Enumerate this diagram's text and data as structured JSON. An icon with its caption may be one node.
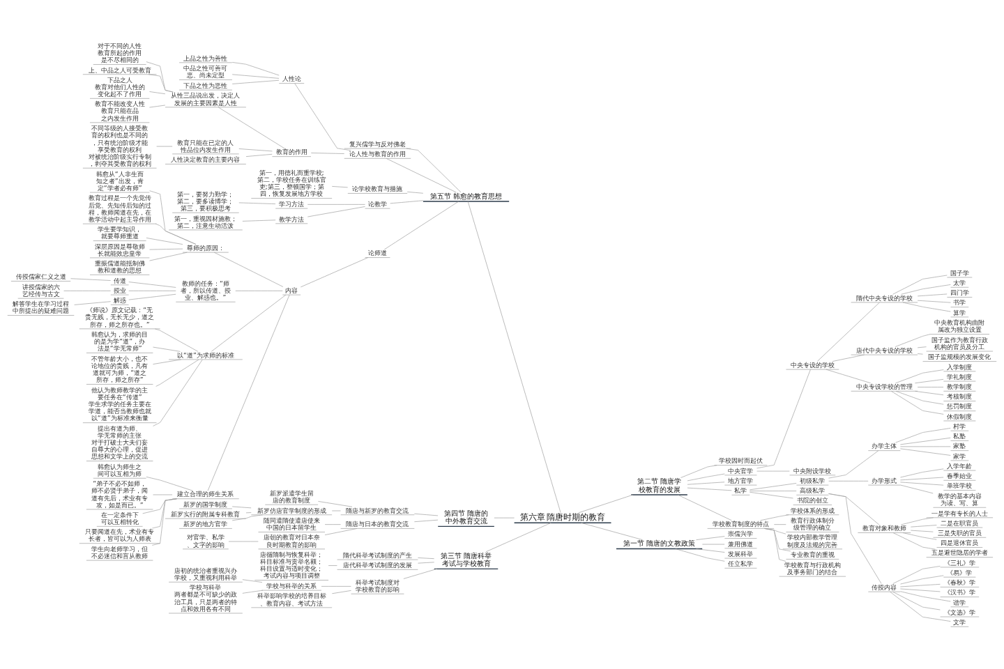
{
  "diagram": {
    "nodes": [
      {
        "text": [
          "第六章 隋唐时期的教育"
        ]
      },
      {
        "text": [
          "第二节 隋唐学校教育的发展"
        ]
      },
      {
        "text": [
          "学校因时而起伏"
        ]
      },
      {
        "text": [
          "中央官学"
        ]
      },
      {
        "text": [
          "中央专设的学校"
        ]
      },
      {
        "text": [
          "隋代中央专设的学校"
        ]
      },
      {
        "text": [
          "国子学"
        ]
      },
      {
        "text": [
          "太学"
        ]
      },
      {
        "text": [
          "四门学"
        ]
      },
      {
        "text": [
          "书学"
        ]
      },
      {
        "text": [
          "算学"
        ]
      },
      {
        "text": [
          "唐代中央专设的学校"
        ]
      },
      {
        "text": [
          "中央教育机构由附属改为独立设置"
        ]
      },
      {
        "text": [
          "国子监作为教育行政机构的官员及分工"
        ]
      },
      {
        "text": [
          "国子监规模的发展变化"
        ]
      },
      {
        "text": [
          "中央专设学校的管理"
        ]
      },
      {
        "text": [
          "入学制度"
        ]
      },
      {
        "text": [
          "学礼制度"
        ]
      },
      {
        "text": [
          "教学制度"
        ]
      },
      {
        "text": [
          "考核制度"
        ]
      },
      {
        "text": [
          "惩罚制度"
        ]
      },
      {
        "text": [
          "休假制度"
        ]
      },
      {
        "text": [
          "中央附设学校"
        ]
      },
      {
        "text": [
          "地方官学"
        ]
      },
      {
        "text": [
          "私学"
        ]
      },
      {
        "text": [
          "初级私学"
        ]
      },
      {
        "text": [
          "办学主体"
        ]
      },
      {
        "text": [
          "村学"
        ]
      },
      {
        "text": [
          "私塾"
        ]
      },
      {
        "text": [
          "家塾"
        ]
      },
      {
        "text": [
          "家学"
        ]
      },
      {
        "text": [
          "办学形式"
        ]
      },
      {
        "text": [
          "入学年龄"
        ]
      },
      {
        "text": [
          "春季始业"
        ]
      },
      {
        "text": [
          "单班学校"
        ]
      },
      {
        "text": [
          "教学的基本内容为读、写、算"
        ]
      },
      {
        "text": [
          "高级私学"
        ]
      },
      {
        "text": [
          "教育对象和教师"
        ]
      },
      {
        "text": [
          "一是学有专长的人士"
        ]
      },
      {
        "text": [
          "二是在职官员"
        ]
      },
      {
        "text": [
          "三是失职的官员"
        ]
      },
      {
        "text": [
          "四是退休官员"
        ]
      },
      {
        "text": [
          "五是避世隐居的学者"
        ]
      },
      {
        "text": [
          "传授内容"
        ]
      },
      {
        "text": [
          "《三礼》学"
        ]
      },
      {
        "text": [
          "《易》学"
        ]
      },
      {
        "text": [
          "《春秋》学"
        ]
      },
      {
        "text": [
          "《汉书》学"
        ]
      },
      {
        "text": [
          "谱学"
        ]
      },
      {
        "text": [
          "《文选》学"
        ]
      },
      {
        "text": [
          "文学"
        ]
      },
      {
        "text": [
          "书院的创立"
        ]
      },
      {
        "text": [
          "学校教育制度的特点"
        ]
      },
      {
        "text": [
          "学校体系的形成"
        ]
      },
      {
        "text": [
          "教育行政体制分级管理的确立"
        ]
      },
      {
        "text": [
          "学校内部教学管理制度及法规的完善"
        ]
      },
      {
        "text": [
          "专业教育的重视"
        ]
      },
      {
        "text": [
          "学校教育与行政机构及事务部门的结合"
        ]
      },
      {
        "text": [
          "第一节 隋唐的文教政策"
        ]
      },
      {
        "text": [
          "崇儒兴学"
        ]
      },
      {
        "text": [
          "兼用佛道"
        ]
      },
      {
        "text": [
          "发展科举"
        ]
      },
      {
        "text": [
          "任立私学"
        ]
      },
      {
        "text": [
          "第五节 韩愈的教育思想"
        ]
      },
      {
        "text": [
          "复兴儒学与反对佛老"
        ]
      },
      {
        "text": [
          "论人性与教育的作用"
        ]
      },
      {
        "text": [
          "人性论"
        ]
      },
      {
        "text": [
          "上品之性为善性"
        ]
      },
      {
        "text": [
          "中品之性可善可恶、尚未定型"
        ]
      },
      {
        "text": [
          "下品之性为恶性"
        ]
      },
      {
        "text": [
          "教育的作用"
        ]
      },
      {
        "text": [
          "从性三品说出发，决定人发展的主要因素是人性"
        ]
      },
      {
        "text": [
          "对于不同的人性",
          "教育所起的作用是不尽相同的"
        ]
      },
      {
        "text": [
          "上、中品之人可受教育"
        ]
      },
      {
        "text": [
          "下品之人",
          "教育对他们人性的变化起不了作用"
        ]
      },
      {
        "text": [
          "教育不能改变人性",
          "教育只能在品之内发生作用"
        ]
      },
      {
        "text": [
          "教育只能在已定的人性品位内发生作用"
        ]
      },
      {
        "text": [
          "不同等级的人接受教育的权利也是不同的，只有统治阶级才能享受教育的权利",
          "对被统治阶级实行专制，剥夺其受教育的权利"
        ]
      },
      {
        "text": [
          "人性决定教育的主要内容"
        ]
      },
      {
        "text": [
          "论学校教育与措施"
        ]
      },
      {
        "text": [
          "第一，用德礼而重学校;第二，学校任务在训练官吏;第三，整顿国学；第四，恢复发展地方学校"
        ]
      },
      {
        "text": [
          "论教学"
        ]
      },
      {
        "text": [
          "学习方法"
        ]
      },
      {
        "text": [
          "第一，要努力勤学；第二，要多读博学；第三，要积极思考"
        ]
      },
      {
        "text": [
          "教学方法"
        ]
      },
      {
        "text": [
          "第一，重视因材施教；第二，注意生动活泼"
        ]
      },
      {
        "text": [
          "论师道"
        ]
      },
      {
        "text": [
          "内容"
        ]
      },
      {
        "text": [
          "尊师的原因："
        ]
      },
      {
        "text": [
          "韩愈从“人非生而知之者”出发，肯定“学者必有师”"
        ]
      },
      {
        "text": [
          "教育过程是一个先觉传后觉、先知传后知的过程，教师闻道在先，在教学活动中起主导作用"
        ]
      },
      {
        "text": [
          "学生要学知识，就要尊师重道"
        ]
      },
      {
        "text": [
          "深层原因是尊敬师长就能效忠皇帝"
        ]
      },
      {
        "text": [
          "重振儒道能抵制佛教和道教的思想"
        ]
      },
      {
        "text": [
          "教师的任务：“师者，所以传道、授业、解惑也。”"
        ]
      },
      {
        "text": [
          "传道"
        ]
      },
      {
        "text": [
          "传授儒家仁义之道"
        ]
      },
      {
        "text": [
          "授业"
        ]
      },
      {
        "text": [
          "讲授儒家的六艺经传与古文"
        ]
      },
      {
        "text": [
          "解惑"
        ]
      },
      {
        "text": [
          "解答学生在学习过程中所提出的疑难问题"
        ]
      },
      {
        "text": [
          "以“道”为求师的标准"
        ]
      },
      {
        "text": [
          "《师说》原文记载：“无贵无贱，无长无少，道之所存，师之所存也。”"
        ]
      },
      {
        "text": [
          "韩愈认为，求师的目的是为学“道”，办法是“学无常师”"
        ]
      },
      {
        "text": [
          "不管年龄大小，也不论地位的贵贱，凡有道就可为师，“道之所存，师之所存”"
        ]
      },
      {
        "text": [
          "他认为教师教学的主要任务在“传道”",
          "学生求学的任务主要在学道，能否当教师也就以“道”为标准来衡量"
        ]
      },
      {
        "text": [
          "提出有道为师、学无常师的主张",
          "对于打破士大夫们妄自尊大的心理，促进思想和文学上的交流"
        ]
      },
      {
        "text": [
          "建立合理的师生关系"
        ]
      },
      {
        "text": [
          "韩愈认为师生之间可以互相为师"
        ]
      },
      {
        "text": [
          "“弟子不必不如师，师不必贤于弟子，闻道有先后，术业有专攻，如是而已。”"
        ]
      },
      {
        "text": [
          "在一定条件下可以互相转化"
        ]
      },
      {
        "text": [
          "只要闻道在先，术业有专长者，皆可以为人师表"
        ]
      },
      {
        "text": [
          "学生向老师学习，但不必迷信和盲从教师"
        ]
      },
      {
        "text": [
          "第四节 隋唐的中外教育交流"
        ]
      },
      {
        "text": [
          "隋唐与新罗的教育交流"
        ]
      },
      {
        "text": [
          "新罗派遣学生留唐的教育制度"
        ]
      },
      {
        "text": [
          "新罗仿唐官学制度的形成"
        ]
      },
      {
        "text": [
          "新罗的国学制度"
        ]
      },
      {
        "text": [
          "新罗实行的附属专科教育"
        ]
      },
      {
        "text": [
          "新罗的地方官学"
        ]
      },
      {
        "text": [
          "隋唐与日本的教育交流"
        ]
      },
      {
        "text": [
          "随同遣隋使遣唐使来中国的日本留学生"
        ]
      },
      {
        "text": [
          "唐朝的教育对日本奈良时期教育的影响"
        ]
      },
      {
        "text": [
          "对官学、私学、文字的影响"
        ]
      },
      {
        "text": [
          "第三节 隋唐科举考试与学校教育"
        ]
      },
      {
        "text": [
          "隋代科举考试制度的产生"
        ]
      },
      {
        "text": [
          "唐代科举考试制度的发展"
        ]
      },
      {
        "text": [
          "唐循隋制与恢复科举；科目标准与贡举名额；科目设置与适时变化；考试内容与项目调整"
        ]
      },
      {
        "text": [
          "科举考试制度对学校教育的影响"
        ]
      },
      {
        "text": [
          "学校与科举的关系"
        ]
      },
      {
        "text": [
          "唐初的统治者重视兴办学校，又重视利用科举"
        ]
      },
      {
        "text": [
          "学校与科举",
          "两者都是不可缺少的政治工具，只是两者的特点和效用各有不同"
        ]
      },
      {
        "text": [
          "科举影响学校的培养目标、教育内容、考试方法"
        ]
      }
    ],
    "edges": [
      {
        "from": 0,
        "to": 1,
        "arrow": "none"
      },
      {
        "from": 1,
        "to": 2,
        "arrow": "none"
      },
      {
        "from": 1,
        "to": 3,
        "arrow": "none"
      },
      {
        "from": 3,
        "to": 4,
        "arrow": "none"
      },
      {
        "from": 4,
        "to": 5,
        "arrow": "none"
      },
      {
        "from": 5,
        "to": 6,
        "arrow": "none"
      },
      {
        "from": 5,
        "to": 7,
        "arrow": "none"
      },
      {
        "from": 5,
        "to": 8,
        "arrow": "none"
      },
      {
        "from": 5,
        "to": 9,
        "arrow": "none"
      },
      {
        "from": 5,
        "to": 10,
        "arrow": "none"
      },
      {
        "from": 4,
        "to": 11,
        "arrow": "none"
      },
      {
        "from": 11,
        "to": 12,
        "arrow": "none"
      },
      {
        "from": 11,
        "to": 13,
        "arrow": "none"
      },
      {
        "from": 11,
        "to": 14,
        "arrow": "none"
      },
      {
        "from": 4,
        "to": 15,
        "arrow": "none"
      },
      {
        "from": 15,
        "to": 16,
        "arrow": "none"
      },
      {
        "from": 15,
        "to": 17,
        "arrow": "none"
      },
      {
        "from": 15,
        "to": 18,
        "arrow": "none"
      },
      {
        "from": 15,
        "to": 19,
        "arrow": "none"
      },
      {
        "from": 15,
        "to": 20,
        "arrow": "none"
      },
      {
        "from": 15,
        "to": 21,
        "arrow": "none"
      },
      {
        "from": 3,
        "to": 22,
        "arrow": "none"
      },
      {
        "from": 1,
        "to": 23,
        "arrow": "none"
      },
      {
        "from": 1,
        "to": 24,
        "arrow": "none"
      },
      {
        "from": 24,
        "to": 25,
        "arrow": "none"
      },
      {
        "from": 25,
        "to": 26,
        "arrow": "none"
      },
      {
        "from": 26,
        "to": 27,
        "arrow": "none"
      },
      {
        "from": 26,
        "to": 28,
        "arrow": "none"
      },
      {
        "from": 26,
        "to": 29,
        "arrow": "none"
      },
      {
        "from": 26,
        "to": 30,
        "arrow": "none"
      },
      {
        "from": 25,
        "to": 31,
        "arrow": "none"
      },
      {
        "from": 31,
        "to": 32,
        "arrow": "none"
      },
      {
        "from": 31,
        "to": 33,
        "arrow": "none"
      },
      {
        "from": 31,
        "to": 34,
        "arrow": "none"
      },
      {
        "from": 31,
        "to": 35,
        "arrow": "none"
      },
      {
        "from": 24,
        "to": 36,
        "arrow": "none"
      },
      {
        "from": 36,
        "to": 37,
        "arrow": "none"
      },
      {
        "from": 37,
        "to": 38,
        "arrow": "none"
      },
      {
        "from": 37,
        "to": 39,
        "arrow": "none"
      },
      {
        "from": 37,
        "to": 40,
        "arrow": "none"
      },
      {
        "from": 37,
        "to": 41,
        "arrow": "none"
      },
      {
        "from": 37,
        "to": 42,
        "arrow": "none"
      },
      {
        "from": 36,
        "to": 43,
        "arrow": "none"
      },
      {
        "from": 43,
        "to": 44,
        "arrow": "none"
      },
      {
        "from": 43,
        "to": 45,
        "arrow": "none"
      },
      {
        "from": 43,
        "to": 46,
        "arrow": "none"
      },
      {
        "from": 43,
        "to": 47,
        "arrow": "none"
      },
      {
        "from": 43,
        "to": 48,
        "arrow": "none"
      },
      {
        "from": 43,
        "to": 49,
        "arrow": "none"
      },
      {
        "from": 43,
        "to": 50,
        "arrow": "none"
      },
      {
        "from": 24,
        "to": 51,
        "arrow": "none"
      },
      {
        "from": 1,
        "to": 52,
        "arrow": "none"
      },
      {
        "from": 52,
        "to": 53,
        "arrow": "none"
      },
      {
        "from": 52,
        "to": 54,
        "arrow": "none"
      },
      {
        "from": 52,
        "to": 55,
        "arrow": "none"
      },
      {
        "from": 52,
        "to": 56,
        "arrow": "none"
      },
      {
        "from": 52,
        "to": 57,
        "arrow": "none"
      },
      {
        "from": 0,
        "to": 58,
        "arrow": "none"
      },
      {
        "from": 58,
        "to": 59,
        "arrow": "none"
      },
      {
        "from": 58,
        "to": 60,
        "arrow": "none"
      },
      {
        "from": 58,
        "to": 61,
        "arrow": "none"
      },
      {
        "from": 58,
        "to": 62,
        "arrow": "none"
      },
      {
        "from": 0,
        "to": 63,
        "arrow": "none"
      },
      {
        "from": 63,
        "to": 64,
        "arrow": "none"
      },
      {
        "from": 63,
        "to": 65,
        "arrow": "none"
      },
      {
        "from": 65,
        "to": 66,
        "arrow": "none"
      },
      {
        "from": 66,
        "to": 67,
        "arrow": "none"
      },
      {
        "from": 66,
        "to": 68,
        "arrow": "none"
      },
      {
        "from": 66,
        "to": 69,
        "arrow": "none"
      },
      {
        "from": 65,
        "to": 70,
        "arrow": "none"
      },
      {
        "from": 70,
        "to": 71,
        "arrow": "none"
      },
      {
        "from": 71,
        "to": 72,
        "arrow": "none"
      },
      {
        "from": 71,
        "to": 73,
        "arrow": "none"
      },
      {
        "from": 71,
        "to": 74,
        "arrow": "none"
      },
      {
        "from": 71,
        "to": 75,
        "arrow": "none"
      },
      {
        "from": 70,
        "to": 76,
        "arrow": "none"
      },
      {
        "from": 76,
        "to": 77,
        "arrow": "none"
      },
      {
        "from": 70,
        "to": 78,
        "arrow": "none"
      },
      {
        "from": 63,
        "to": 79,
        "arrow": "none"
      },
      {
        "from": 79,
        "to": 80,
        "arrow": "none"
      },
      {
        "from": 63,
        "to": 81,
        "arrow": "none"
      },
      {
        "from": 81,
        "to": 82,
        "arrow": "none"
      },
      {
        "from": 82,
        "to": 83,
        "arrow": "none"
      },
      {
        "from": 81,
        "to": 84,
        "arrow": "none"
      },
      {
        "from": 84,
        "to": 85,
        "arrow": "none"
      },
      {
        "from": 63,
        "to": 86,
        "arrow": "none"
      },
      {
        "from": 86,
        "to": 87,
        "arrow": "none"
      },
      {
        "from": 87,
        "to": 88,
        "arrow": "none"
      },
      {
        "from": 88,
        "to": 89,
        "arrow": "none"
      },
      {
        "from": 88,
        "to": 90,
        "arrow": "none"
      },
      {
        "from": 88,
        "to": 91,
        "arrow": "none"
      },
      {
        "from": 88,
        "to": 92,
        "arrow": "none"
      },
      {
        "from": 88,
        "to": 93,
        "arrow": "none"
      },
      {
        "from": 87,
        "to": 94,
        "arrow": "none"
      },
      {
        "from": 94,
        "to": 95,
        "arrow": "none"
      },
      {
        "from": 95,
        "to": 96,
        "arrow": "none"
      },
      {
        "from": 94,
        "to": 97,
        "arrow": "none"
      },
      {
        "from": 97,
        "to": 98,
        "arrow": "none"
      },
      {
        "from": 94,
        "to": 99,
        "arrow": "none"
      },
      {
        "from": 99,
        "to": 100,
        "arrow": "none"
      },
      {
        "from": 87,
        "to": 101,
        "arrow": "none"
      },
      {
        "from": 101,
        "to": 102,
        "arrow": "none"
      },
      {
        "from": 101,
        "to": 103,
        "arrow": "none"
      },
      {
        "from": 101,
        "to": 104,
        "arrow": "none"
      },
      {
        "from": 101,
        "to": 105,
        "arrow": "none"
      },
      {
        "from": 101,
        "to": 106,
        "arrow": "none"
      },
      {
        "from": 87,
        "to": 107,
        "arrow": "none"
      },
      {
        "from": 107,
        "to": 108,
        "arrow": "none"
      },
      {
        "from": 107,
        "to": 109,
        "arrow": "none"
      },
      {
        "from": 107,
        "to": 110,
        "arrow": "none"
      },
      {
        "from": 107,
        "to": 111,
        "arrow": "none"
      },
      {
        "from": 107,
        "to": 112,
        "arrow": "none"
      },
      {
        "from": 0,
        "to": 113,
        "arrow": "none"
      },
      {
        "from": 113,
        "to": 114,
        "arrow": "none"
      },
      {
        "from": 114,
        "to": 115,
        "arrow": "none"
      },
      {
        "from": 114,
        "to": 116,
        "arrow": "none"
      },
      {
        "from": 116,
        "to": 117,
        "arrow": "none"
      },
      {
        "from": 116,
        "to": 118,
        "arrow": "none"
      },
      {
        "from": 116,
        "to": 119,
        "arrow": "none"
      },
      {
        "from": 113,
        "to": 120,
        "arrow": "none"
      },
      {
        "from": 120,
        "to": 121,
        "arrow": "none"
      },
      {
        "from": 120,
        "to": 122,
        "arrow": "none"
      },
      {
        "from": 122,
        "to": 123,
        "arrow": "none"
      },
      {
        "from": 0,
        "to": 124,
        "arrow": "none"
      },
      {
        "from": 124,
        "to": 125,
        "arrow": "none"
      },
      {
        "from": 124,
        "to": 126,
        "arrow": "none"
      },
      {
        "from": 126,
        "to": 127,
        "arrow": "none"
      },
      {
        "from": 124,
        "to": 128,
        "arrow": "none"
      },
      {
        "from": 128,
        "to": 129,
        "arrow": "none"
      },
      {
        "from": 129,
        "to": 130,
        "arrow": "none"
      },
      {
        "from": 129,
        "to": 131,
        "arrow": "none"
      },
      {
        "from": 128,
        "to": 132,
        "arrow": "none"
      }
    ]
  }
}
